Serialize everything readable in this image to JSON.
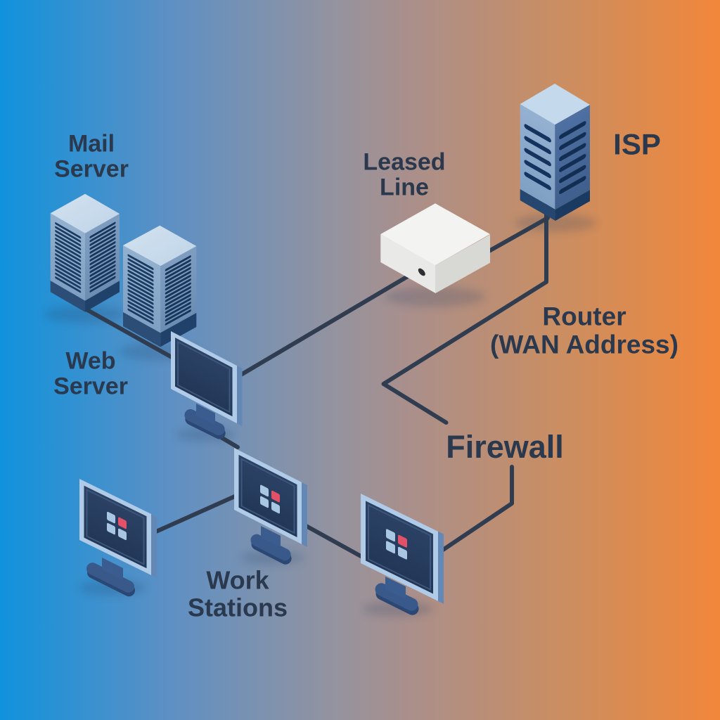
{
  "colors": {
    "background_left": "#1092DC",
    "background_middle": "#95939E",
    "background_right": "#F1873A",
    "connection_line": "#303C50",
    "label_text": "#2B394E",
    "server_body_light": "#8FAECD",
    "server_body_dark": "#7495BA",
    "isp_body_light": "#8FACCC",
    "isp_body_dark": "#476A9B",
    "monitor_frame": "#AFCBE7",
    "monitor_screen": "#283E60",
    "icon_accent_red": "#E25168",
    "leased_box": "#EDEDEB"
  },
  "labels": {
    "mail_server": {
      "line1": "Mail",
      "line2": "Server"
    },
    "web_server": {
      "line1": "Web",
      "line2": "Server"
    },
    "leased_line": {
      "line1": "Leased",
      "line2": "Line"
    },
    "isp": {
      "text": "ISP"
    },
    "router_wan": {
      "line1": "Router",
      "line2": "(WAN Address)"
    },
    "firewall": {
      "text": "Firewall"
    },
    "workstations": {
      "line1": "Work",
      "line2": "Stations"
    }
  },
  "devices": [
    {
      "id": "mail-server",
      "type": "server-tower"
    },
    {
      "id": "web-server",
      "type": "server-tower"
    },
    {
      "id": "isp-server",
      "type": "server-tower"
    },
    {
      "id": "leased-line-modem",
      "type": "modem-box"
    },
    {
      "id": "lan-monitor",
      "type": "desktop-monitor"
    },
    {
      "id": "workstation-1",
      "type": "desktop-monitor"
    },
    {
      "id": "workstation-2",
      "type": "desktop-monitor"
    },
    {
      "id": "workstation-3",
      "type": "desktop-monitor"
    }
  ],
  "connections": [
    {
      "from": "Mail Server",
      "to": "LAN monitor"
    },
    {
      "from": "LAN monitor",
      "to": "Leased Line"
    },
    {
      "from": "Leased Line",
      "to": "ISP"
    },
    {
      "from": "ISP",
      "to": "Firewall",
      "via": "Router (WAN Address)"
    },
    {
      "from": "Firewall",
      "to": "Workstation 3"
    },
    {
      "from": "Workstation 3",
      "to": "Workstation 2"
    },
    {
      "from": "Workstation 2",
      "to": "Workstation 1"
    },
    {
      "from": "LAN monitor",
      "to": "Workstation 2"
    }
  ]
}
